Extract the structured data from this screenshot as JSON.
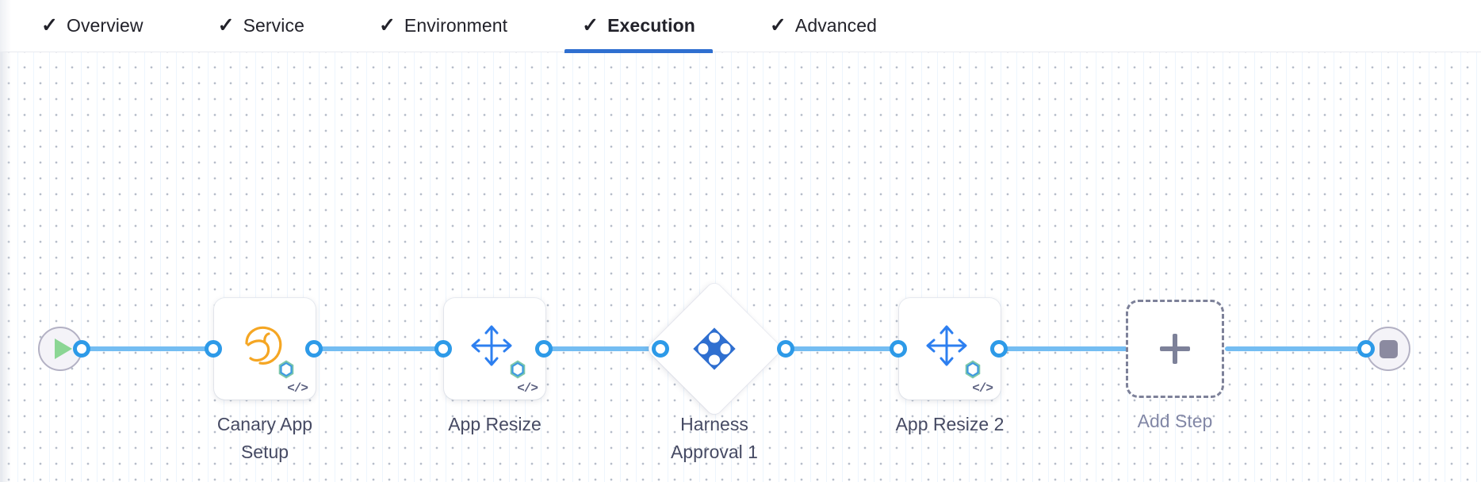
{
  "header": {
    "tabs": [
      {
        "label": "Overview",
        "icon": "check-icon",
        "checked": true,
        "active": false
      },
      {
        "label": "Service",
        "icon": "check-icon",
        "checked": true,
        "active": false
      },
      {
        "label": "Environment",
        "icon": "check-icon",
        "checked": true,
        "active": false
      },
      {
        "label": "Execution",
        "icon": "check-icon",
        "checked": true,
        "active": true
      },
      {
        "label": "Advanced",
        "icon": "check-icon",
        "checked": true,
        "active": false
      }
    ],
    "check_glyph": "✓",
    "active_underline_color": "#2f6fd0"
  },
  "pipeline": {
    "start_node": {
      "icon": "play-icon",
      "color": "#8bd694"
    },
    "end_node": {
      "icon": "stop-icon",
      "color": "#8b8aa0"
    },
    "connector_color": "#74bdf2",
    "ring_color": "#2d9ae8",
    "steps": [
      {
        "name": "Canary App Setup",
        "label_line1": "Canary App",
        "label_line2": "Setup",
        "icon": "canary-bird-icon",
        "icon_color": "#f5a623",
        "code_badge": "</>",
        "shape": "rounded-square"
      },
      {
        "name": "App Resize",
        "label_line1": "App Resize",
        "label_line2": "",
        "icon": "resize-arrows-icon",
        "icon_color": "#2d7ff0",
        "code_badge": "</>",
        "shape": "rounded-square"
      },
      {
        "name": "Harness Approval 1",
        "label_line1": "Harness",
        "label_line2": "Approval 1",
        "icon": "harness-logo-icon",
        "icon_color": "#2f6fd0",
        "code_badge": "",
        "shape": "diamond"
      },
      {
        "name": "App Resize 2",
        "label_line1": "App Resize 2",
        "label_line2": "",
        "icon": "resize-arrows-icon",
        "icon_color": "#2d7ff0",
        "code_badge": "</>",
        "shape": "rounded-square"
      }
    ],
    "add_step": {
      "label": "Add Step",
      "icon": "plus-icon",
      "border_style": "dashed",
      "color": "#7d8199"
    }
  }
}
